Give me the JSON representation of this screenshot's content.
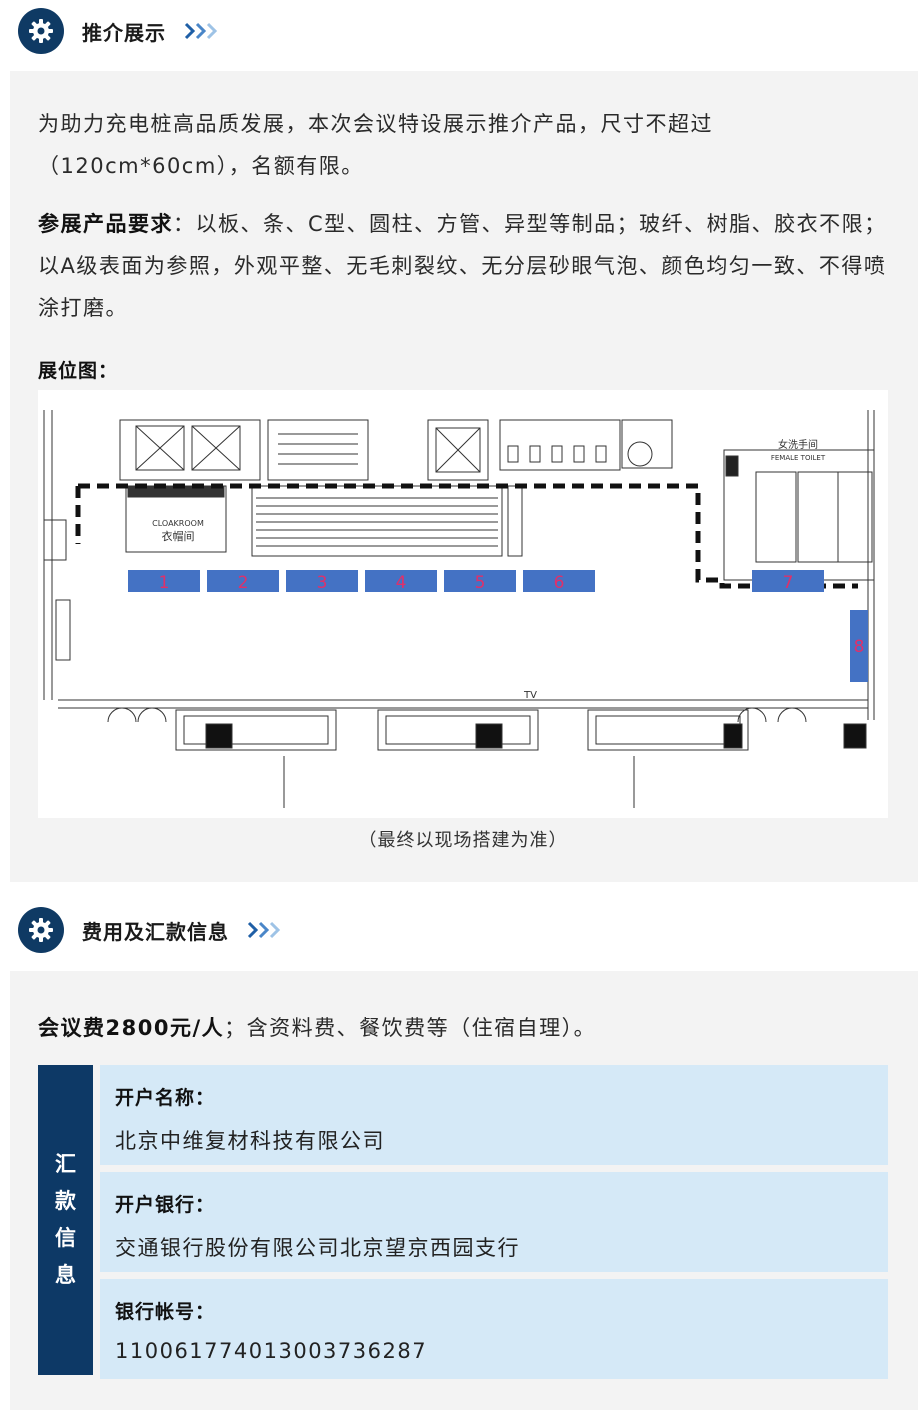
{
  "section1": {
    "title": "推介展示",
    "intro": "为助力充电桩高品质发展，本次会议特设展示推介产品，尺寸不超过（120cm*60cm），名额有限。",
    "req_label": "参展产品要求",
    "req_text": "：以板、条、C型、圆柱、方管、异型等制品；玻纤、树脂、胶衣不限；以A级表面为参照，外观平整、无毛刺裂纹、无分层砂眼气泡、颜色均匀一致、不得喷涂打磨。",
    "plan_label": "展位图：",
    "caption": "（最终以现场搭建为准）",
    "booths": [
      "1",
      "2",
      "3",
      "4",
      "5",
      "6",
      "7",
      "8"
    ],
    "plan_texts": {
      "cloakroom_cn": "衣帽间",
      "cloakroom_en": "CLOAKROOM",
      "toilet_cn": "女洗手间",
      "toilet_en": "FEMALE TOILET",
      "tv": "TV"
    }
  },
  "section2": {
    "title": "费用及汇款信息",
    "fee_label": "会议费2800元/人",
    "fee_text": "；含资料费、餐饮费等（住宿自理）。",
    "side_label": [
      "汇",
      "款",
      "信",
      "息"
    ],
    "rows": [
      {
        "label": "开户名称：",
        "value": "北京中维复材科技有限公司"
      },
      {
        "label": "开户银行：",
        "value": "交通银行股份有限公司北京望京西园支行"
      },
      {
        "label": "银行帐号：",
        "value": "110061774013003736287"
      }
    ]
  },
  "colors": {
    "navy": "#0f3a64",
    "card_bg": "#f3f3f3",
    "row_bg": "#d5e9f7",
    "booth_blue": "#4472c4",
    "booth_number": "#e0306a"
  }
}
